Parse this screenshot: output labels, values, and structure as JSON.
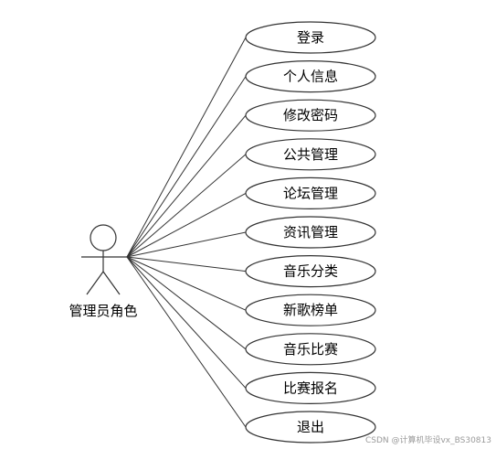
{
  "actor": {
    "label": "管理员角色"
  },
  "use_cases": [
    {
      "label": "登录"
    },
    {
      "label": "个人信息"
    },
    {
      "label": "修改密码"
    },
    {
      "label": "公共管理"
    },
    {
      "label": "论坛管理"
    },
    {
      "label": "资讯管理"
    },
    {
      "label": "音乐分类"
    },
    {
      "label": "新歌榜单"
    },
    {
      "label": "音乐比赛"
    },
    {
      "label": "比赛报名"
    },
    {
      "label": "退出"
    }
  ],
  "watermark": "CSDN @计算机毕设vx_BS30813"
}
